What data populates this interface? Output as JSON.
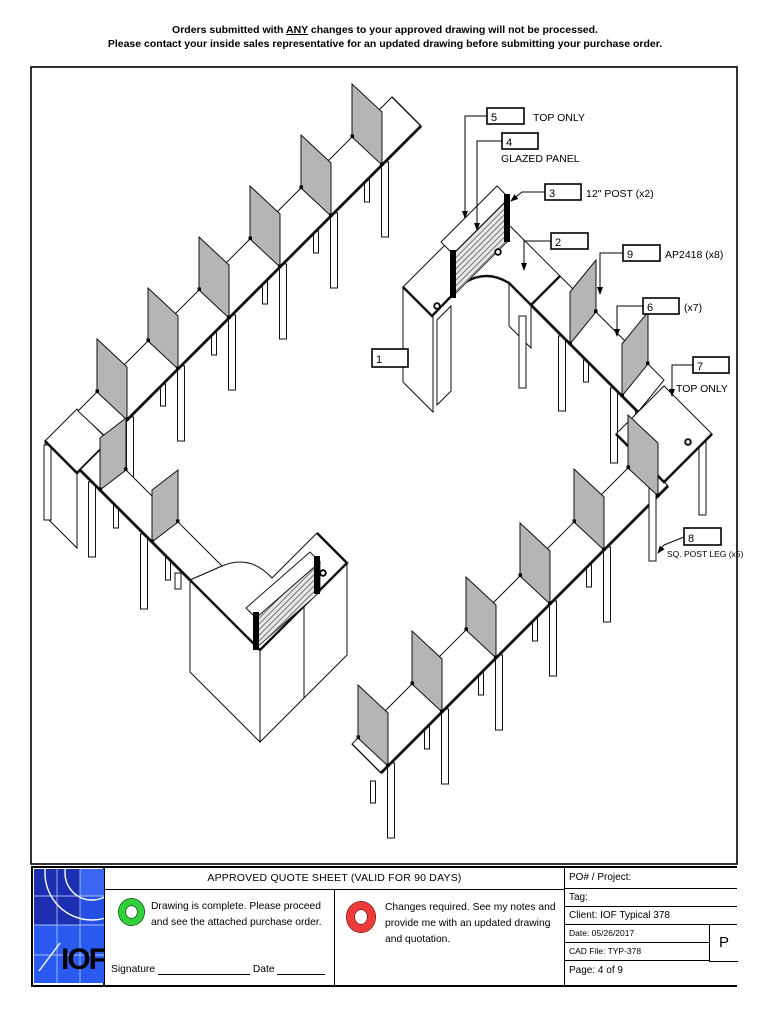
{
  "warning": {
    "line1_pre": "Orders submitted with ",
    "line1_underlined": "ANY",
    "line1_post": " changes to your approved drawing will not be processed.",
    "line2": "Please contact your inside sales representative for an updated drawing before submitting your purchase order."
  },
  "callouts": {
    "c1": {
      "num": "1",
      "label": ""
    },
    "c2": {
      "num": "2",
      "label": ""
    },
    "c3": {
      "num": "3",
      "label": "12\" POST (x2)"
    },
    "c4": {
      "num": "4",
      "label": "GLAZED PANEL"
    },
    "c5": {
      "num": "5",
      "label": "TOP ONLY"
    },
    "c6": {
      "num": "6",
      "label": "(x7)"
    },
    "c7": {
      "num": "7",
      "label": "TOP ONLY"
    },
    "c8": {
      "num": "8",
      "label": "SQ. POST LEG (x5)"
    },
    "c9": {
      "num": "9",
      "label": "AP2418 (x8)"
    }
  },
  "title_block": {
    "header": "APPROVED QUOTE SHEET (VALID FOR 90 DAYS)",
    "approve_line1": "Drawing is complete. Please proceed",
    "approve_line2": "and see the attached purchase order.",
    "reject_line1": "Changes required. See my notes and",
    "reject_line2": "provide me with an updated drawing",
    "reject_line3": "and quotation.",
    "signature_label": "Signature",
    "date_label": "Date",
    "fields": {
      "po": "PO# / Project:",
      "tag": "Tag:",
      "client": "Client: IOF Typical 378",
      "date": "Date: 05/26/2017",
      "cad_file": "CAD File: TYP-378",
      "page": "Page: 4 of 9"
    },
    "revision": "P",
    "logo_text": "IOF"
  },
  "colors": {
    "approve_green": "#2ed137",
    "reject_red": "#f03a3a",
    "screen_gray": "#b5b5b5",
    "logo_blue": "#2450e6"
  }
}
